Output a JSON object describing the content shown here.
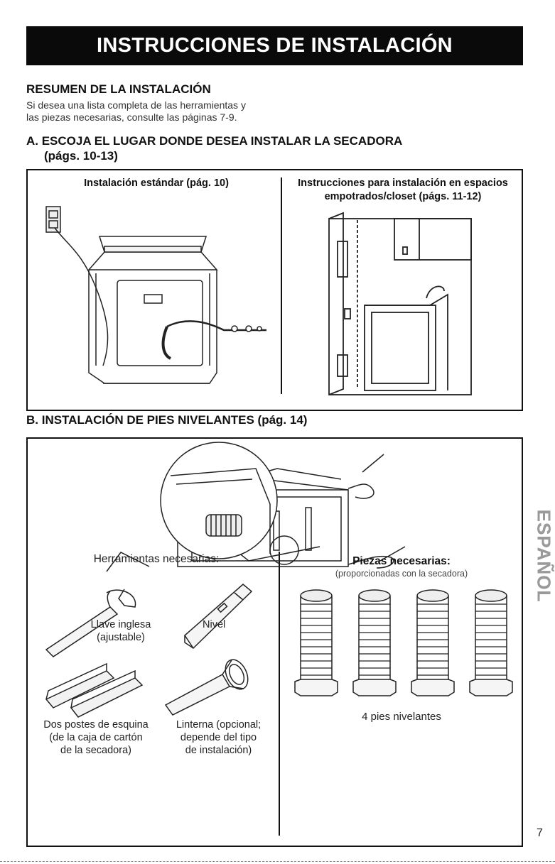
{
  "header": {
    "title": "INSTRUCCIONES DE INSTALACIÓN"
  },
  "summary": {
    "title": "RESUMEN DE LA INSTALACIÓN",
    "line1": "Si desea una lista completa de las herramientas y",
    "line2": "las piezas necesarias, consulte las páginas 7-9."
  },
  "section_a": {
    "title_line1": "A. ESCOJA EL LUGAR DONDE DESEA INSTALAR LA SECADORA",
    "title_line2": "(págs. 10-13)",
    "standard_caption": "Instalación estándar (pág. 10)",
    "closet_caption_line1": "Instrucciones para instalación en espacios",
    "closet_caption_line2": "empotrados/closet (págs. 11-12)"
  },
  "section_b": {
    "title": "B. INSTALACIÓN DE PIES NIVELANTES (pág. 14)",
    "tools_heading": "Herramientas necesarias:",
    "parts_heading": "Piezas necesarias:",
    "parts_subheading": "(proporcionadas con la secadora)",
    "tools": {
      "wrench_line1": "Llave inglesa",
      "wrench_line2": "(ajustable)",
      "level": "Nivel",
      "posts_line1": "Dos postes de esquina",
      "posts_line2": "(de la caja de cartón",
      "posts_line3": "de la secadora)",
      "flashlight_line1": "Linterna (opcional;",
      "flashlight_line2": "depende del tipo",
      "flashlight_line3": "de instalación)"
    },
    "parts": {
      "feet": "4 pies nivelantes"
    }
  },
  "side_tab": {
    "label": "ESPAÑOL"
  },
  "page_number": "7"
}
